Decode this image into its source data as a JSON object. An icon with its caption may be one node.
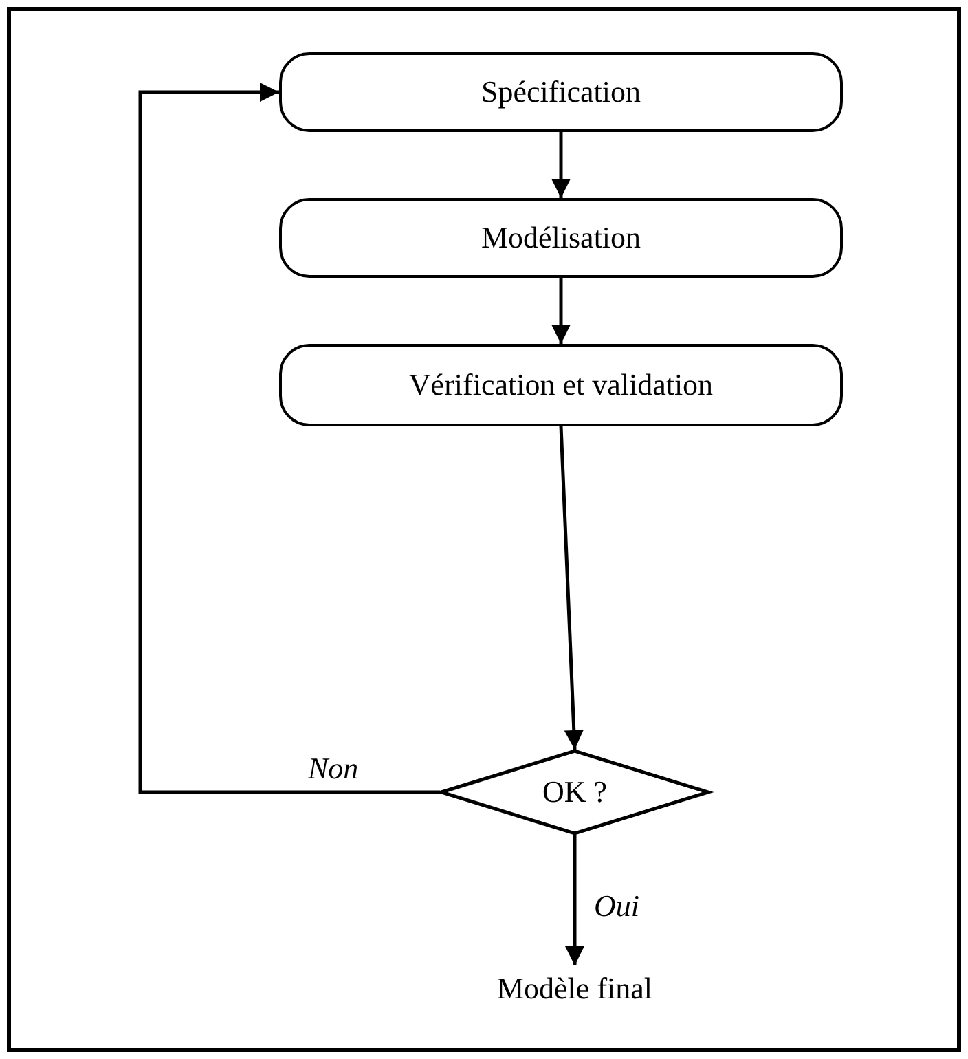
{
  "diagram": {
    "nodes": [
      {
        "text": [
          "Spécification"
        ]
      },
      {
        "text": [
          "Modélisation"
        ]
      },
      {
        "text": [
          "Vérification et validation"
        ]
      },
      {
        "text": [
          "OK ?"
        ]
      },
      {
        "text": [
          "Modèle final"
        ]
      }
    ],
    "edges": [
      {
        "from": 0,
        "to": 1,
        "arrow": "to"
      },
      {
        "from": 1,
        "to": 2,
        "arrow": "to"
      },
      {
        "from": 2,
        "to": 3,
        "arrow": "to"
      },
      {
        "from": 3,
        "to": 0,
        "arrow": "to",
        "label": "Non"
      },
      {
        "from": 3,
        "to": 4,
        "arrow": "to",
        "label": "Oui"
      }
    ]
  }
}
